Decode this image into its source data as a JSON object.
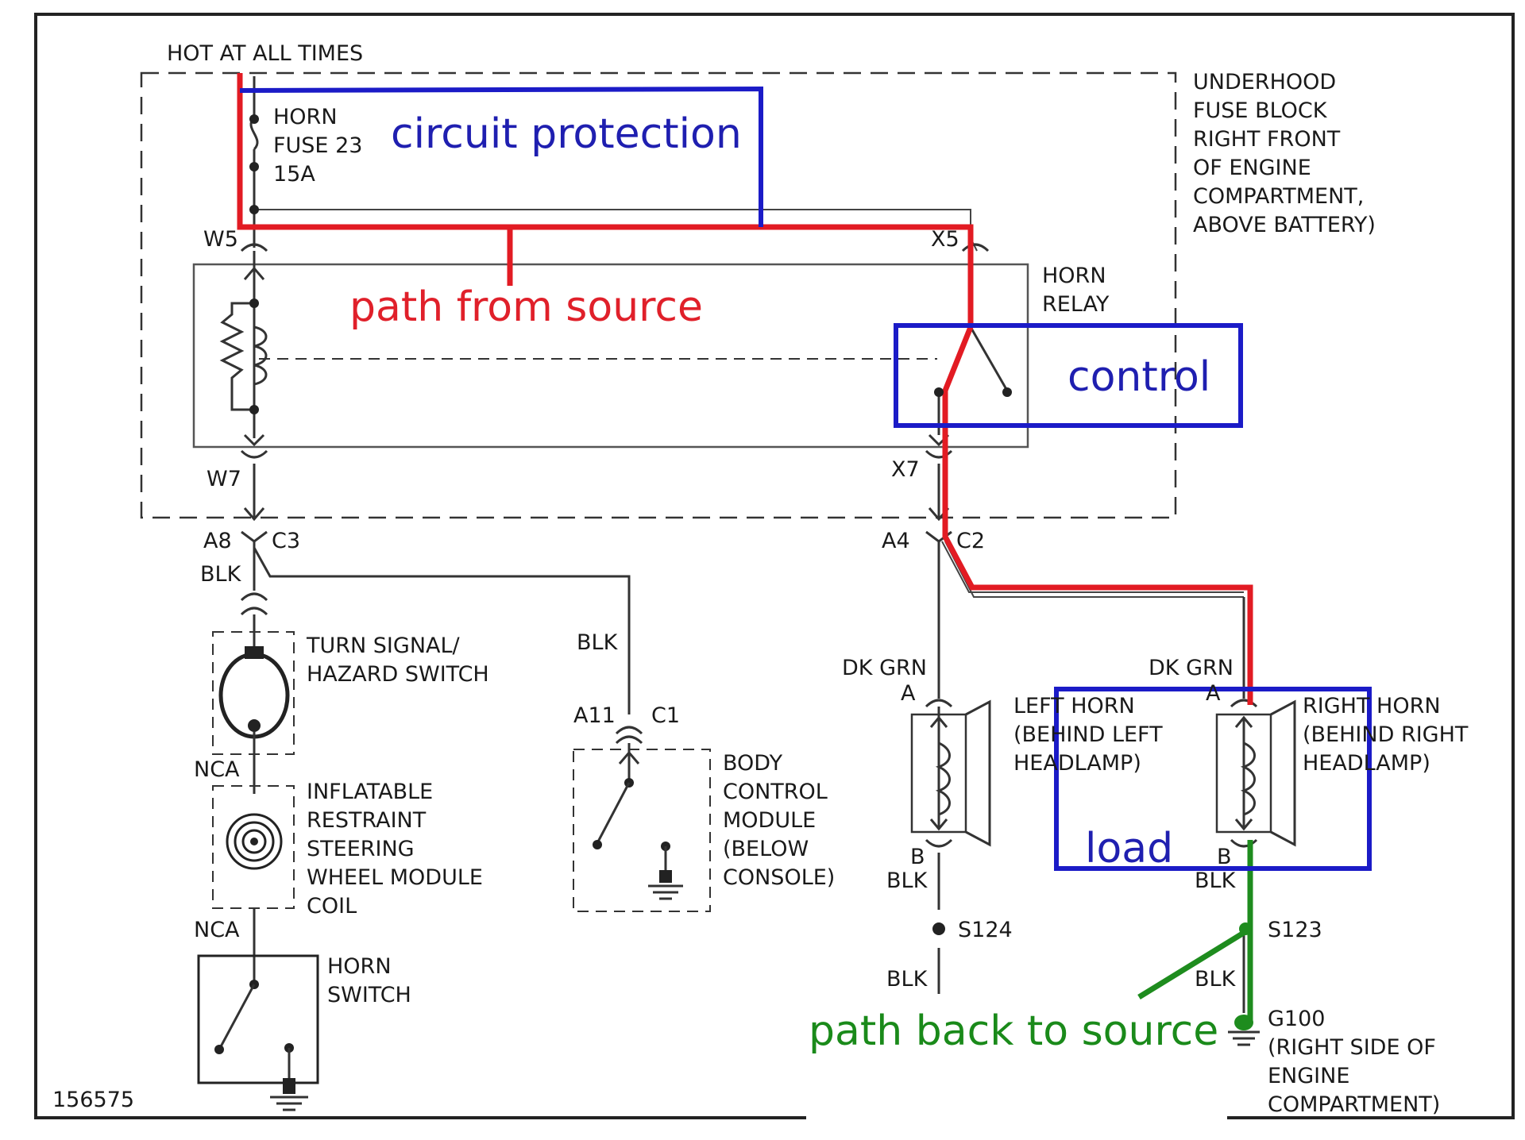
{
  "figure_id": "156575",
  "labels": {
    "hot_at_all_times": "HOT AT ALL TIMES",
    "fuse_block": [
      "UNDERHOOD",
      "FUSE BLOCK",
      "RIGHT FRONT",
      "OF ENGINE",
      "COMPARTMENT,",
      "ABOVE BATTERY)"
    ],
    "horn_fuse": [
      "HORN",
      "FUSE 23",
      "15A"
    ],
    "w5": "W5",
    "x5": "X5",
    "horn_relay": [
      "HORN",
      "RELAY"
    ],
    "w7": "W7",
    "x7": "X7",
    "a8": "A8",
    "c3": "C3",
    "blk_1": "BLK",
    "a4": "A4",
    "c2": "C2",
    "turn_signal": [
      "TURN SIGNAL/",
      "HAZARD SWITCH"
    ],
    "blk_2": "BLK",
    "nca_1": "NCA",
    "inflatable": [
      "INFLATABLE",
      "RESTRAINT",
      "STEERING",
      "WHEEL MODULE",
      "COIL"
    ],
    "nca_2": "NCA",
    "horn_switch": [
      "HORN",
      "SWITCH"
    ],
    "a11": "A11",
    "c1": "C1",
    "body_control": [
      "BODY",
      "CONTROL",
      "MODULE",
      "(BELOW",
      "CONSOLE)"
    ],
    "dk_grn_left": "DK GRN",
    "dk_grn_right": "DK GRN",
    "a_left": "A",
    "a_right": "A",
    "left_horn": [
      "LEFT HORN",
      "(BEHIND LEFT",
      "HEADLAMP)"
    ],
    "right_horn": [
      "RIGHT HORN",
      "(BEHIND RIGHT",
      "HEADLAMP)"
    ],
    "b_left": "B",
    "b_right": "B",
    "blk_left_1": "BLK",
    "blk_right_1": "BLK",
    "s124": "S124",
    "s123": "S123",
    "blk_left_2": "BLK",
    "blk_right_2": "BLK",
    "g100": [
      "G100",
      "(RIGHT SIDE OF",
      "ENGINE",
      "COMPARTMENT)"
    ]
  },
  "annotations": {
    "circuit_protection": "circuit protection",
    "path_from_source": "path from source",
    "control": "control",
    "load": "load",
    "path_back_to_source": "path back to source"
  },
  "colors": {
    "source_path": "#e21b23",
    "return_path": "#1e8c1e",
    "highlight_box": "#1b1bc7"
  }
}
